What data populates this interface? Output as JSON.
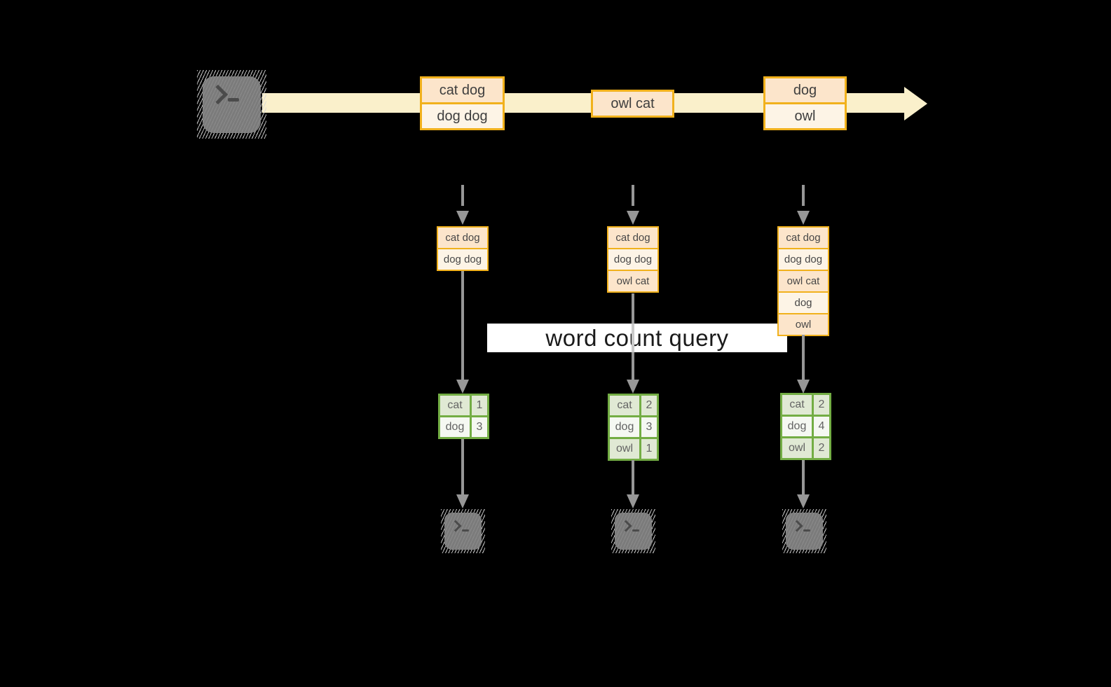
{
  "banner": {
    "label": "word count query"
  },
  "stream": {
    "boxes": [
      {
        "rows": [
          "cat dog",
          "dog dog"
        ]
      },
      {
        "rows": [
          "owl cat"
        ]
      },
      {
        "rows": [
          "dog",
          "owl"
        ]
      }
    ]
  },
  "buffers": [
    {
      "rows": [
        "cat dog",
        "dog dog"
      ]
    },
    {
      "rows": [
        "cat dog",
        "dog dog",
        "owl cat"
      ]
    },
    {
      "rows": [
        "cat dog",
        "dog dog",
        "owl cat",
        "dog",
        "owl"
      ]
    }
  ],
  "count_tables": [
    {
      "rows": [
        {
          "word": "cat",
          "count": "1"
        },
        {
          "word": "dog",
          "count": "3"
        }
      ]
    },
    {
      "rows": [
        {
          "word": "cat",
          "count": "2"
        },
        {
          "word": "dog",
          "count": "3"
        },
        {
          "word": "owl",
          "count": "1"
        }
      ]
    },
    {
      "rows": [
        {
          "word": "cat",
          "count": "2"
        },
        {
          "word": "dog",
          "count": "4"
        },
        {
          "word": "owl",
          "count": "2"
        }
      ]
    }
  ],
  "icons": {
    "source": "terminal-icon",
    "sinks": [
      "terminal-icon",
      "terminal-icon",
      "terminal-icon"
    ]
  },
  "colors": {
    "background": "#000000",
    "stream_band": "#faf0cb",
    "box_border": "#f1b11c",
    "box_fill_peach": "#fce5cb",
    "box_fill_cream": "#fdf4e6",
    "table_border": "#73ad44",
    "table_fill_green": "#e0e9d4",
    "table_fill_white": "#f5f8f2",
    "arrow_gray": "#979797",
    "banner_bg": "#ffffff",
    "banner_text": "#1a1a1a"
  }
}
